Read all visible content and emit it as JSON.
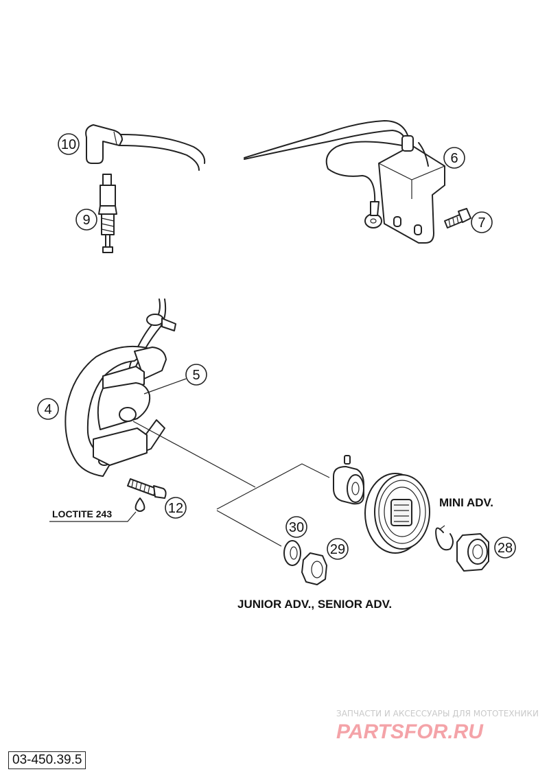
{
  "diagram": {
    "callouts": [
      {
        "id": "4",
        "label": "4"
      },
      {
        "id": "5",
        "label": "5"
      },
      {
        "id": "6",
        "label": "6"
      },
      {
        "id": "7",
        "label": "7"
      },
      {
        "id": "9",
        "label": "9"
      },
      {
        "id": "10",
        "label": "10"
      },
      {
        "id": "12",
        "label": "12"
      },
      {
        "id": "28",
        "label": "28"
      },
      {
        "id": "29",
        "label": "29"
      },
      {
        "id": "30",
        "label": "30"
      }
    ],
    "labels": {
      "loctite": "LOCTITE 243",
      "mini_adv": "MINI ADV.",
      "junior_senior_adv": "JUNIOR ADV., SENIOR ADV."
    },
    "drawing_number": "03-450.39.5"
  },
  "watermark": {
    "tagline": "ЗАПЧАСТИ И АКСЕССУАРЫ ДЛЯ МОТОТЕХНИКИ",
    "brand": "PARTSFOR.RU",
    "color": "#f4a3a8"
  }
}
